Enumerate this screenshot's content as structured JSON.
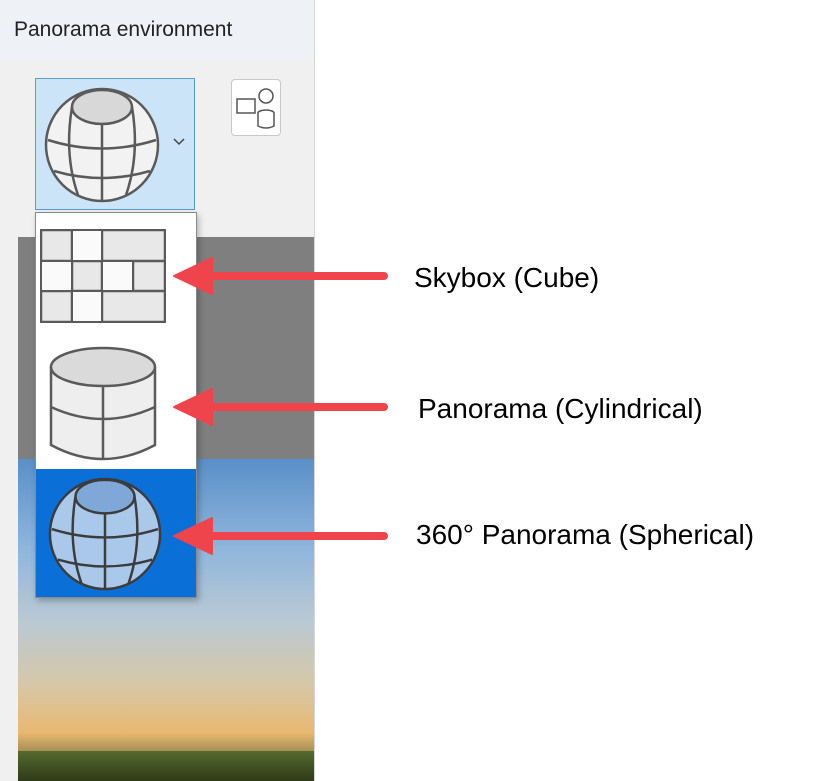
{
  "panel": {
    "title": "Panorama environment"
  },
  "dropdown": {
    "selected_icon": "sphere-globe-icon",
    "chevron_icon": "chevron-down-icon"
  },
  "side_button": {
    "icon": "scene-objects-icon"
  },
  "menu": {
    "items": [
      {
        "icon": "cube-map-grid-icon",
        "selected": false
      },
      {
        "icon": "cylinder-icon",
        "selected": false
      },
      {
        "icon": "sphere-globe-icon",
        "selected": true
      }
    ]
  },
  "callouts": [
    {
      "label": "Skybox (Cube)"
    },
    {
      "label": "Panorama (Cylindrical)"
    },
    {
      "label": "360° Panorama (Spherical)"
    }
  ],
  "colors": {
    "selected_bg": "#0a6fd6",
    "dropdown_bg": "#cce4f7",
    "arrow": "#f0444c",
    "preview_gray": "#7f7f7f"
  }
}
